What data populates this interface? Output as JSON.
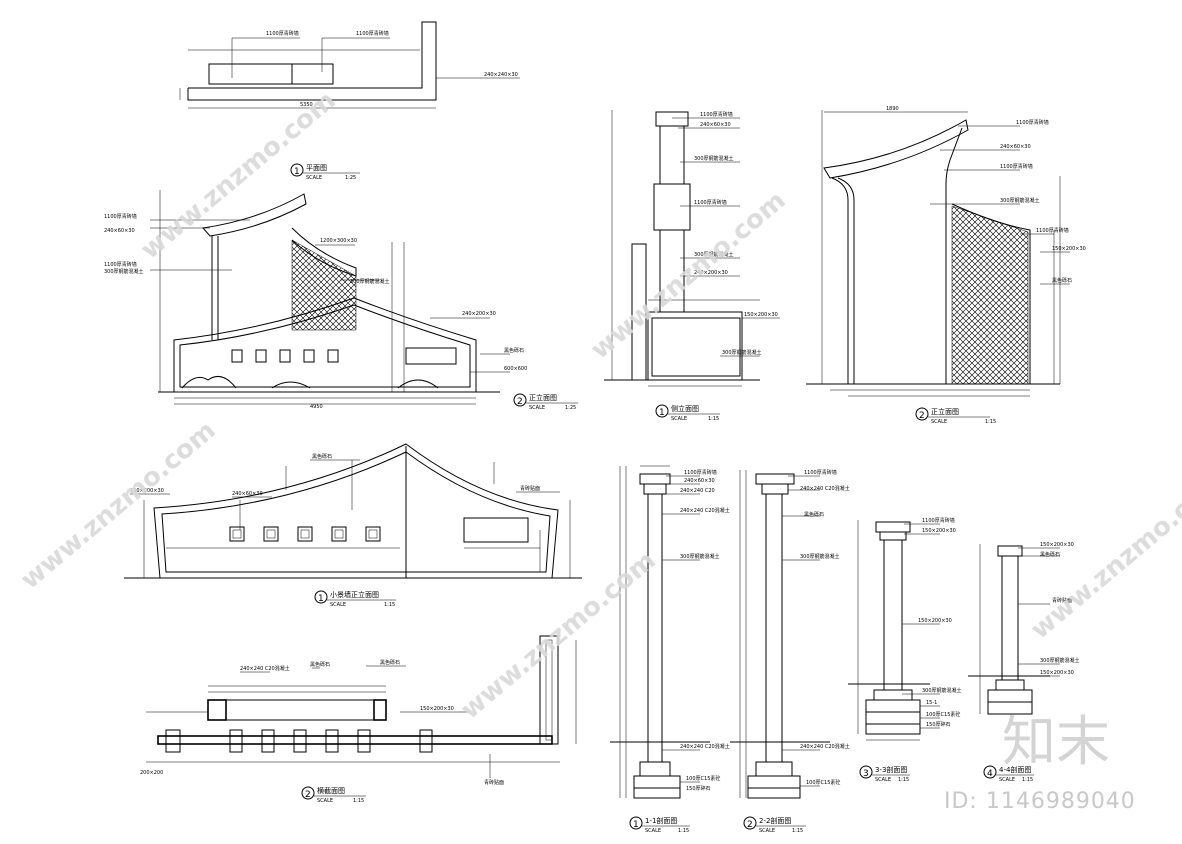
{
  "drawings": {
    "plan": {
      "num": "1",
      "title": "平面图",
      "scale": "1:25"
    },
    "front_elevation": {
      "num": "2",
      "title": "正立面图",
      "scale": "1:25"
    },
    "side_elevation": {
      "num": "1",
      "title": "侧立面图",
      "scale": "1:15"
    },
    "front_elevation_b": {
      "num": "2",
      "title": "正立面图",
      "scale": "1:15"
    },
    "screen_wall_elevation": {
      "num": "1",
      "title": "小景墙正立面图",
      "scale": "1:15"
    },
    "section_plan": {
      "num": "2",
      "title": "横截面图",
      "scale": "1:15"
    },
    "section_1_1": {
      "num": "1",
      "title": "1-1剖面图",
      "scale": "1:15"
    },
    "section_2_2": {
      "num": "2",
      "title": "2-2剖面图",
      "scale": "1:15"
    },
    "section_3_3": {
      "num": "3",
      "title": "3-3剖面图",
      "scale": "1:15"
    },
    "section_4_4": {
      "num": "4",
      "title": "4-4剖面图",
      "scale": "1:15"
    }
  },
  "scale_prefix": "SCALE",
  "watermark": {
    "text": "www.znzmo.com",
    "brand": "知末",
    "id": "ID: 1146989040"
  }
}
